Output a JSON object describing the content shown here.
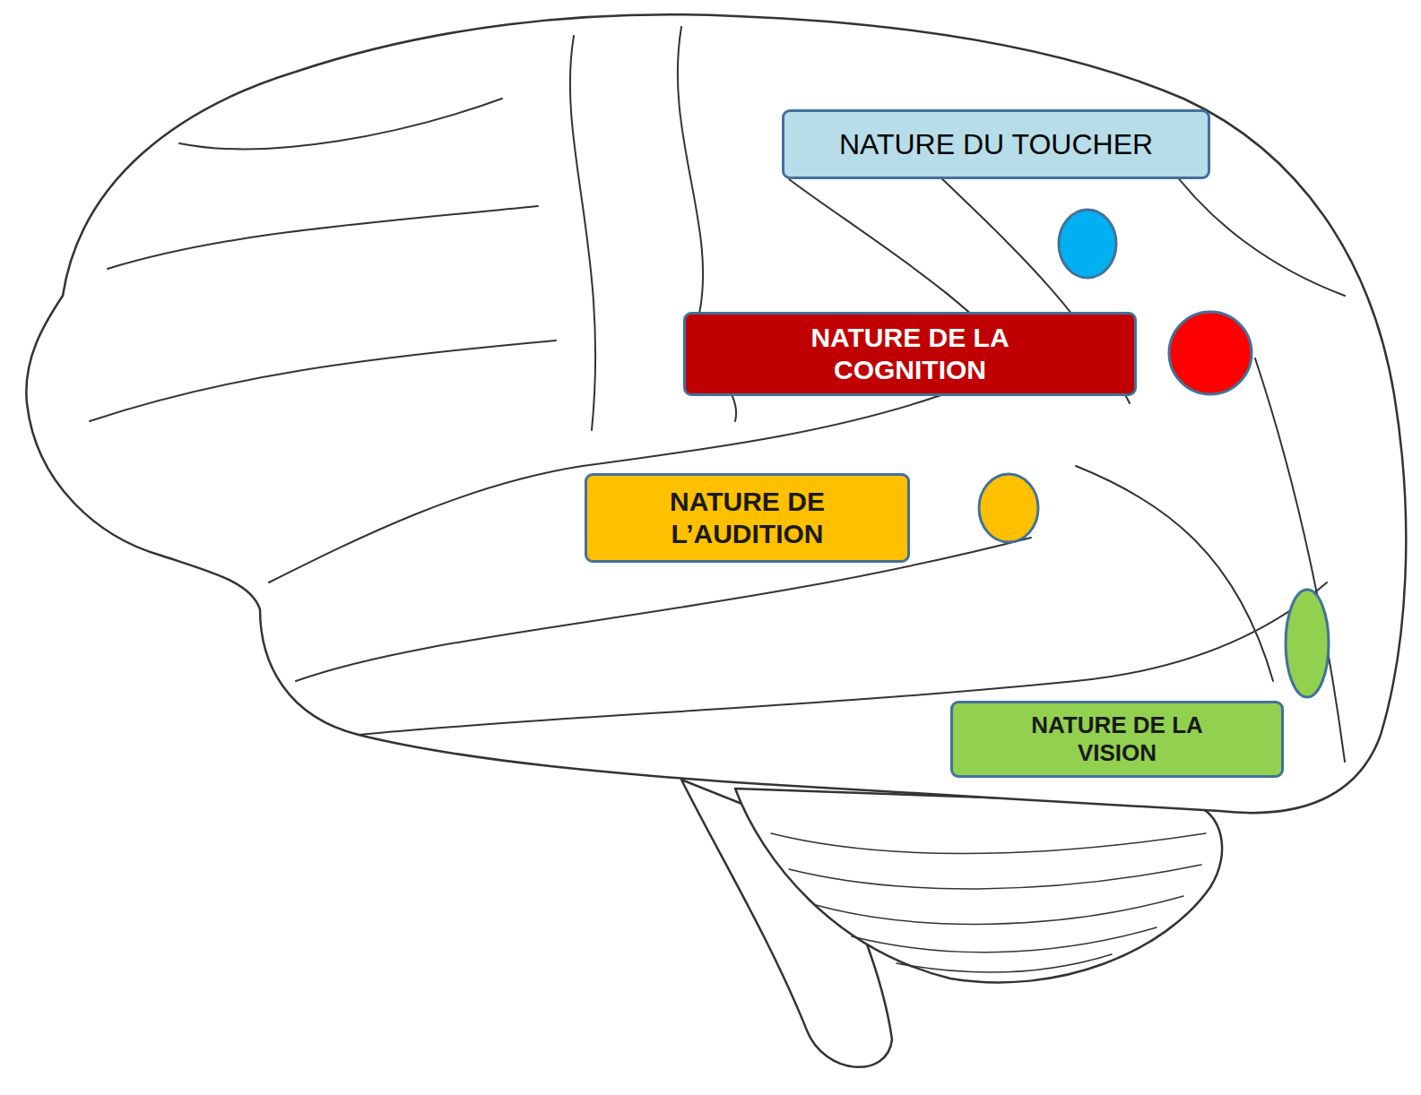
{
  "diagram": {
    "nodes": [
      {
        "text": [
          "NATURE DU TOUCHER"
        ]
      },
      {
        "text": [
          "NATURE DE LA COGNITION"
        ]
      },
      {
        "text": [
          "NATURE DE L’AUDITION"
        ]
      },
      {
        "text": [
          "NATURE DE LA VISION"
        ]
      }
    ]
  }
}
